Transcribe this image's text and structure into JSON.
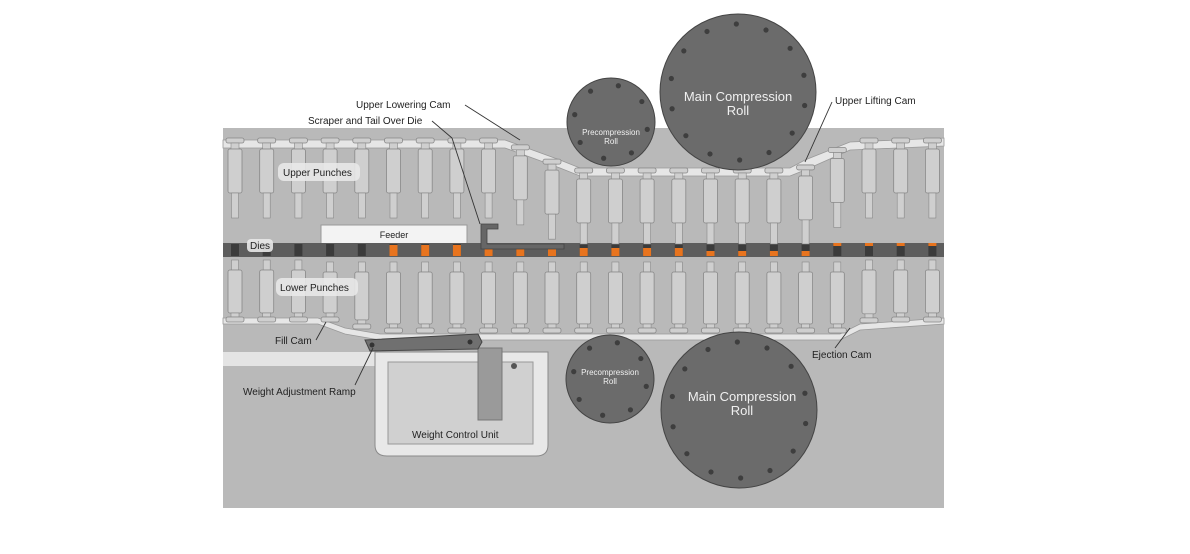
{
  "diagram": {
    "labels": {
      "upper_lowering_cam": "Upper  Lowering Cam",
      "scraper": "Scraper and Tail Over Die",
      "upper_lifting_cam": "Upper  Lifting Cam",
      "upper_punches": "Upper Punches",
      "feeder": "Feeder",
      "dies": "Dies",
      "lower_punches": "Lower Punches",
      "fill_cam": "Fill Cam",
      "weight_adjustment_ramp": "Weight Adjustment Ramp",
      "weight_control_unit": "Weight Control Unit",
      "ejection_cam": "Ejection Cam",
      "precompression_roll_line1": "Precompression",
      "precompression_roll_line2": "Roll",
      "main_compression_roll_line1": "Main Compression",
      "main_compression_roll_line2": "Roll"
    },
    "colors": {
      "background": "#ffffff",
      "machine_body": "#b9b9b9",
      "punch": "#cfcfcf",
      "punch_stroke": "#888888",
      "roll": "#6b6b6b",
      "roll_bolt": "#3e3e3e",
      "die_plate": "#5d5d5d",
      "powder": "#e8741e",
      "cam_track": "#e6e6e6",
      "label_text": "#222222"
    }
  }
}
